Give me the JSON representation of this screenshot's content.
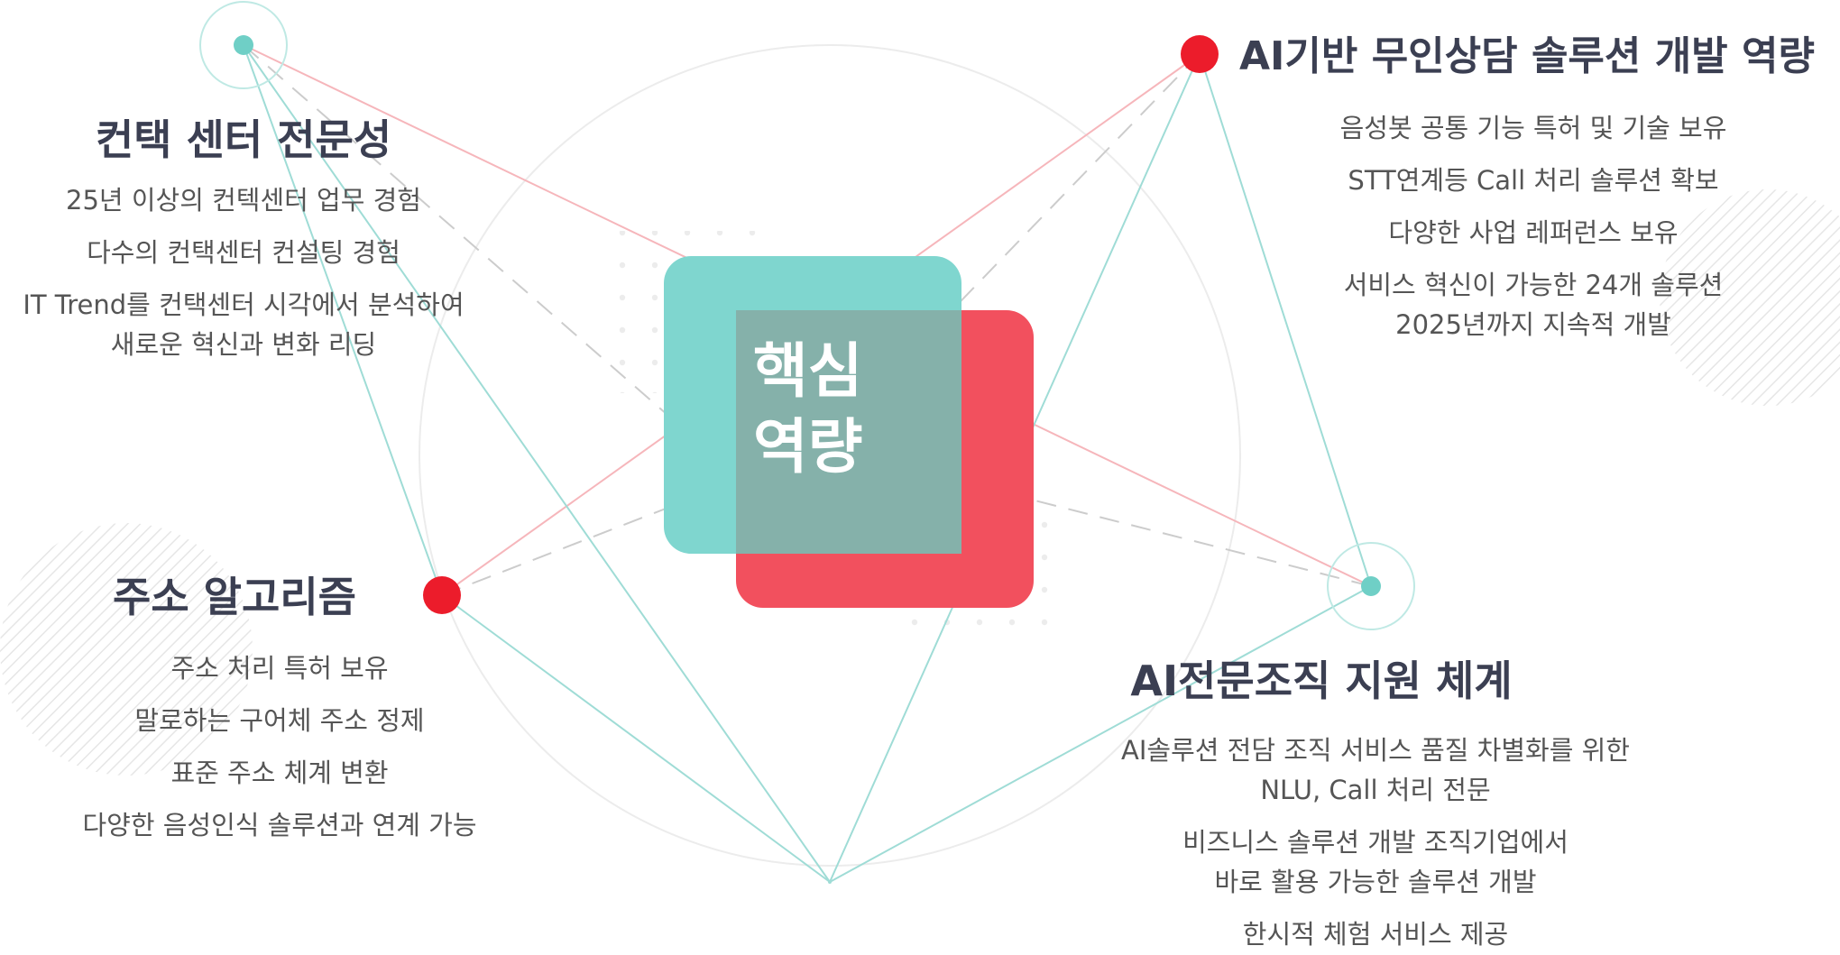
{
  "colors": {
    "teal": "#7fd6cf",
    "red": "#f2505e",
    "overlap": "#85b1aa",
    "node_red": "#ec1c2b",
    "node_teal": "#6fcfc6",
    "heading": "#3b3f52",
    "text": "#555555"
  },
  "center": {
    "line1": "핵심",
    "line2": "역량"
  },
  "blocks": {
    "contact": {
      "title": "컨택 센터 전문성",
      "lines": [
        "25년 이상의 컨텍센터 업무 경험",
        "다수의 컨택센터 컨설팅 경험",
        "IT Trend를 컨택센터 시각에서 분석하여",
        "새로운 혁신과 변화 리딩"
      ]
    },
    "ai_unmanned": {
      "title": "AI기반 무인상담 솔루션 개발 역량",
      "lines": [
        "음성봇 공통 기능 특허 및 기술 보유",
        "STT연계등 Call 처리 솔루션 확보",
        "다양한 사업 레퍼런스 보유",
        "서비스 혁신이 가능한 24개 솔루션",
        "2025년까지 지속적 개발"
      ]
    },
    "address": {
      "title": "주소 알고리즘",
      "lines": [
        "주소 처리 특허 보유",
        "말로하는 구어체 주소 정제",
        "표준 주소 체계 변환",
        "다양한 음성인식 솔루션과 연계 가능"
      ]
    },
    "ai_org": {
      "title": "AI전문조직 지원 체계",
      "lines": [
        "AI솔루션 전담 조직 서비스 품질 차별화를 위한",
        "NLU, Call 처리 전문",
        "비즈니스 솔루션 개발 조직기업에서",
        "바로 활용 가능한 솔루션 개발",
        "한시적 체험 서비스 제공"
      ]
    }
  }
}
